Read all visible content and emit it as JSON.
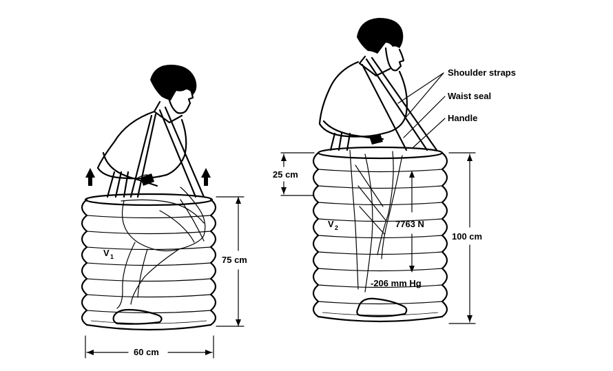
{
  "left_figure": {
    "volume_label": "V",
    "volume_subscript": "1",
    "height_label": "75 cm",
    "width_label": "60 cm"
  },
  "right_figure": {
    "volume_label": "V",
    "volume_subscript": "2",
    "height_label": "100 cm",
    "extension_label": "25 cm",
    "force_label": "7763 N",
    "pressure_label": "-206 mm Hg"
  },
  "callouts": {
    "shoulder_straps": "Shoulder straps",
    "waist_seal": "Waist seal",
    "handle": "Handle"
  }
}
